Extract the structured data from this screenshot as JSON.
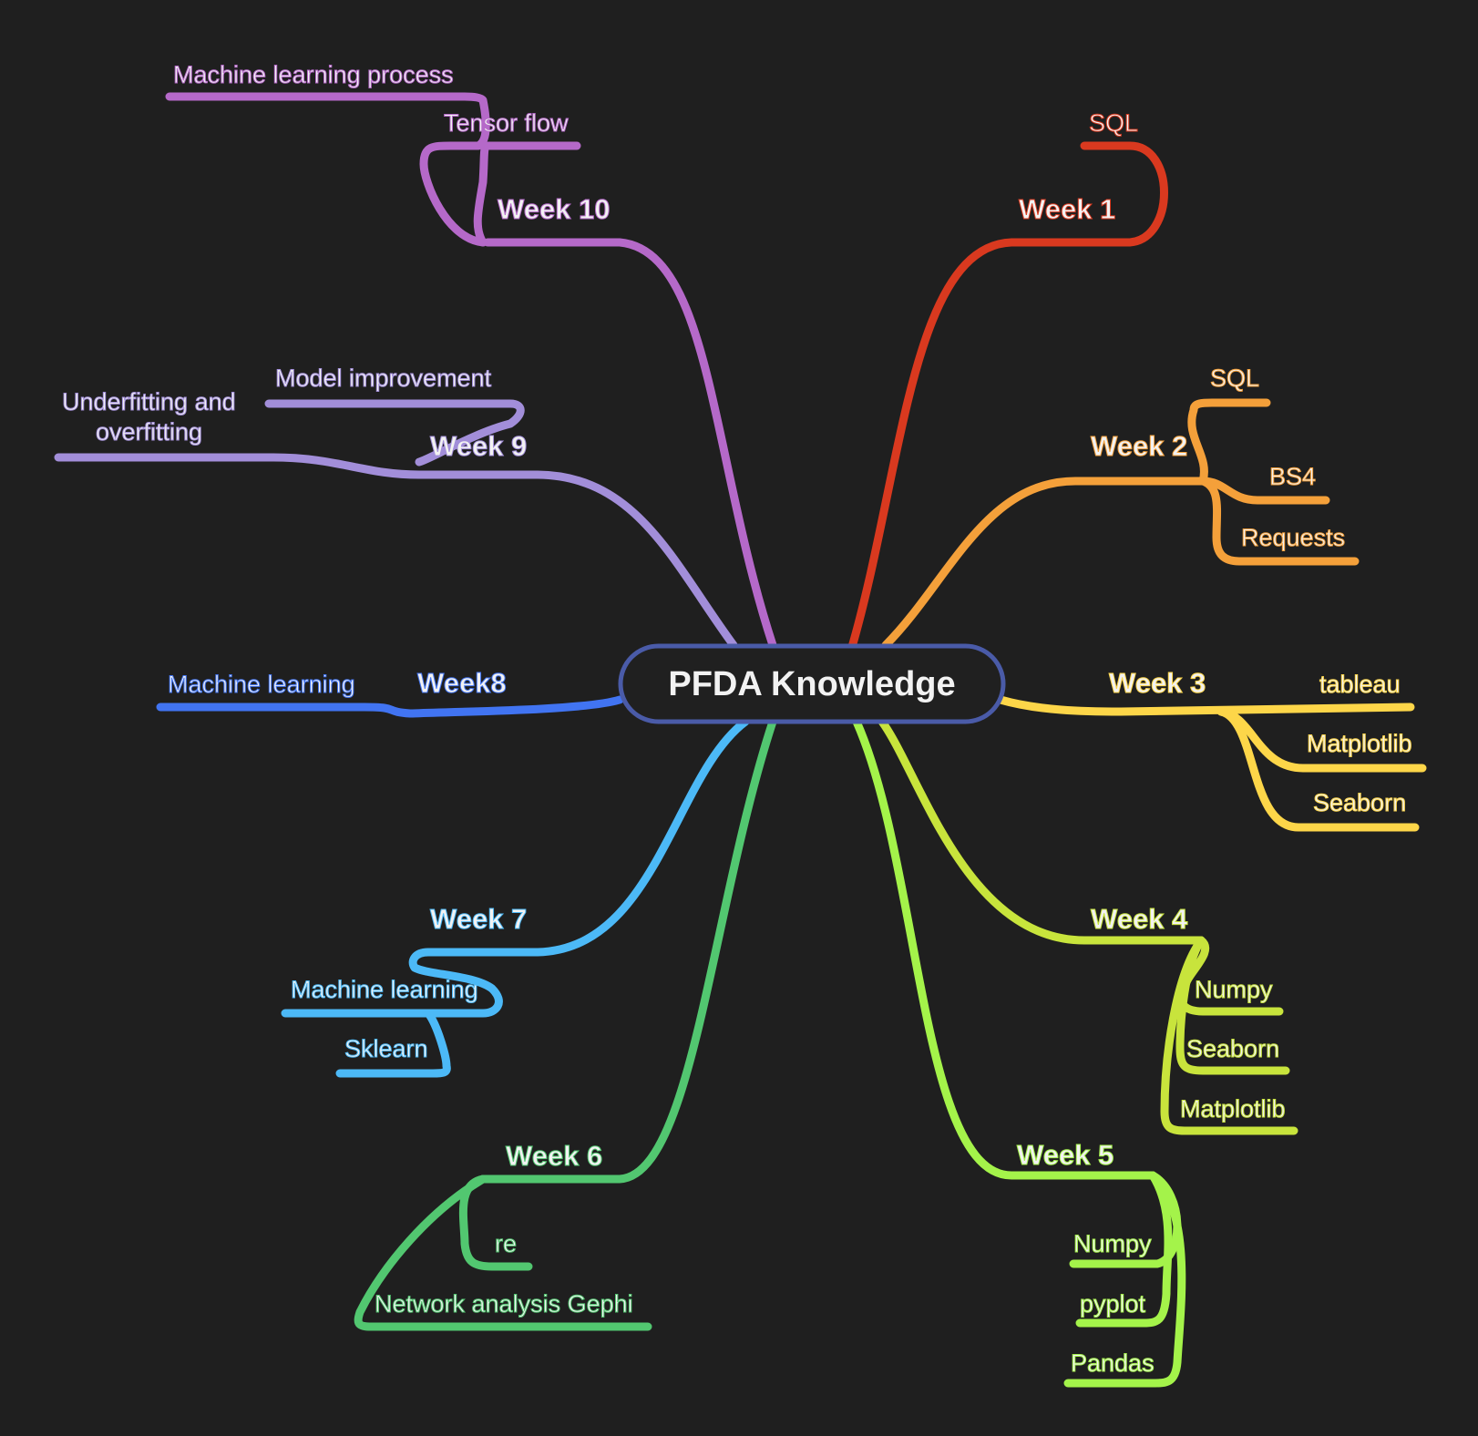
{
  "center": {
    "label": "PFDA Knowledge",
    "fill": "#202020",
    "stroke": "#4a5ba8"
  },
  "branches": [
    {
      "label": "Week 1",
      "color": "#d9391f",
      "children": [
        "SQL"
      ]
    },
    {
      "label": "Week 2",
      "color": "#f4a03a",
      "children": [
        "SQL",
        "BS4",
        "Requests"
      ]
    },
    {
      "label": "Week 3",
      "color": "#fdd649",
      "children": [
        "tableau",
        "Matplotlib",
        "Seaborn"
      ]
    },
    {
      "label": "Week 4",
      "color": "#c8e43c",
      "children": [
        "Numpy",
        "Seaborn",
        "Matplotlib"
      ]
    },
    {
      "label": "Week 5",
      "color": "#a4f34a",
      "children": [
        "Numpy",
        "pyplot",
        "Pandas"
      ]
    },
    {
      "label": "Week 6",
      "color": "#52c770",
      "children": [
        "re",
        "Network analysis Gephi"
      ]
    },
    {
      "label": "Week 7",
      "color": "#4cb9f7",
      "children": [
        "Machine learning",
        "Sklearn"
      ]
    },
    {
      "label": "Week8",
      "color": "#4174f2",
      "children": [
        "Machine learning"
      ]
    },
    {
      "label": "Week 9",
      "color": "#a28ed9",
      "children": [
        "Model improvement",
        "Underfitting and",
        "overfitting"
      ]
    },
    {
      "label": "Week 10",
      "color": "#b569c9",
      "children": [
        "Tensor flow",
        "Machine learning process"
      ]
    }
  ]
}
